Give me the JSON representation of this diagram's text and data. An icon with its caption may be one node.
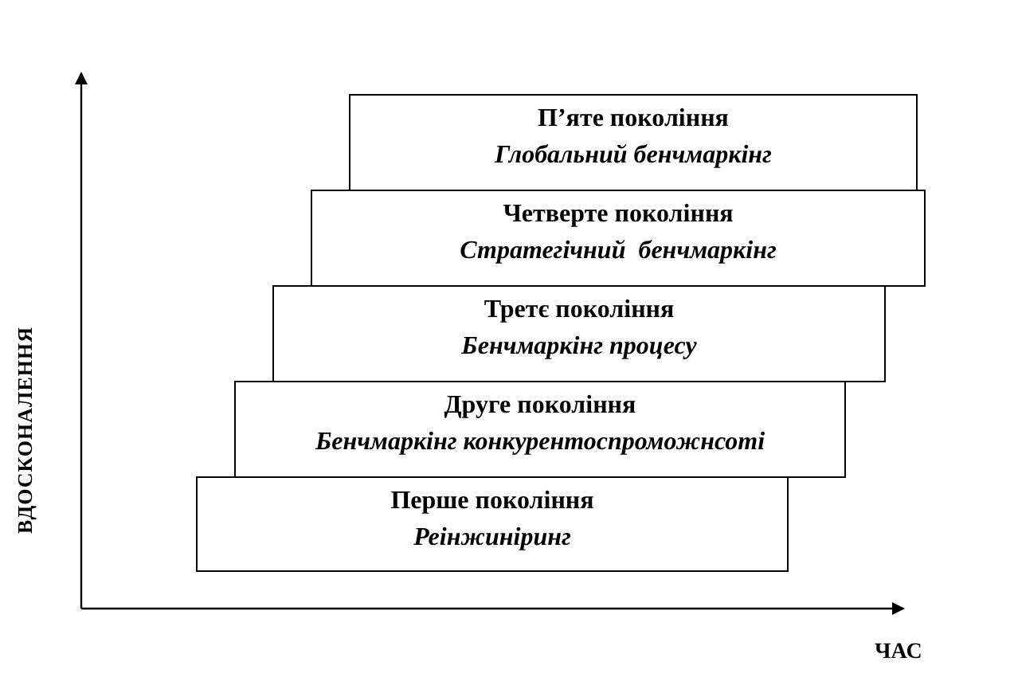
{
  "diagram": {
    "nodes": [
      {
        "text": [
          "П’яте покоління",
          "Глобальний бенчмаркінг"
        ]
      },
      {
        "text": [
          "Четверте покоління",
          "Стратегічний  бенчмаркінг"
        ]
      },
      {
        "text": [
          "Третє покоління",
          "Бенчмаркінг процесу"
        ]
      },
      {
        "text": [
          "Друге покоління",
          "Бенчмаркінг конкурентоспроможнсоті"
        ]
      },
      {
        "text": [
          "Перше покоління",
          "Реінжиніринг"
        ]
      }
    ],
    "edges": [],
    "labels": [
      "ВДОСКОНАЛЕННЯ",
      "ЧАС"
    ]
  }
}
